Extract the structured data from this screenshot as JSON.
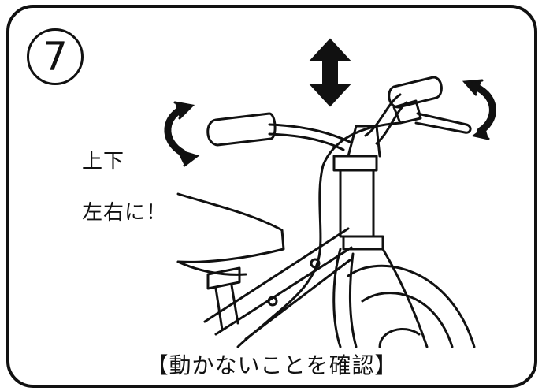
{
  "step": {
    "number": "7"
  },
  "note": {
    "line1": "上下",
    "line2": "左右に！"
  },
  "caption": {
    "text": "【動かないことを確認】"
  },
  "colors": {
    "ink": "#111111",
    "background": "#ffffff"
  },
  "icons": [
    "up-down-arrow-icon",
    "rotate-arrow-left-icon",
    "rotate-arrow-right-icon"
  ]
}
